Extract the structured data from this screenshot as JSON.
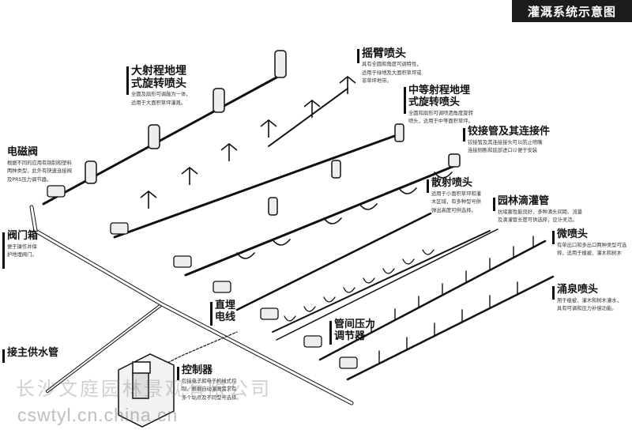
{
  "title": "灌溉系统示意图",
  "callouts": {
    "rotor_large": {
      "title_l1": "大射程地埋",
      "title_l2": "式旋转喷头",
      "desc_l1": "全圆及扇形可调融为一体，",
      "desc_l2": "适用于大面积草坪灌溉。"
    },
    "swing_arm": {
      "title": "摇臂喷头",
      "desc_l1": "具有全圆和角度可调特性，",
      "desc_l2": "适用于绿地及大面积草坪或",
      "desc_l3": "非草坪地带。"
    },
    "rotor_mid": {
      "title_l1": "中等射程地埋",
      "title_l2": "式旋转喷头",
      "desc_l1": "全圆和扇形可调喷洒角度旋转",
      "desc_l2": "喷头，适用于中等面积草坪。"
    },
    "swing_pipe": {
      "title": "铰接管及其连接件",
      "desc_l1": "铰接管及其连接接头可以防止喷嘴",
      "desc_l2": "连接侧断和底部进口以便于安装"
    },
    "solenoid": {
      "title": "电磁阀",
      "desc_l1": "根据不同的应用有铜制和塑料",
      "desc_l2": "两种类型，此外有快速连接阀",
      "desc_l3": "及PRS压力调节器。"
    },
    "spray": {
      "title": "散射喷头",
      "desc_l1": "适用于小面积草坪和灌",
      "desc_l2": "木区域，有多种型号供",
      "desc_l3": "弹出高度可供选择。"
    },
    "drip": {
      "title": "园林滴灌管",
      "desc_l1": "抗堵塞性能良好，多种滴头间距、流量",
      "desc_l2": "及滴灌管长度可供选择，设计灵活。"
    },
    "valve_box": {
      "title": "阀门箱",
      "desc_l1": "便于操作并保",
      "desc_l2": "护地埋阀门。"
    },
    "micro": {
      "title": "微喷头",
      "desc_l1": "有单出口和多出口两种类型可选",
      "desc_l2": "择，适用于植被、灌木和树木"
    },
    "bubbler": {
      "title": "涌泉喷头",
      "desc_l1": "用于植被、灌木和树木灌水，",
      "desc_l2": "具有可调和压力补偿功能。"
    },
    "wire": {
      "title_l1": "直埋",
      "title_l2": "电线"
    },
    "pressure": {
      "title_l1": "管间压力",
      "title_l2": "调节器"
    },
    "main_pipe": {
      "title": "接主供水管"
    },
    "controller": {
      "title": "控制器",
      "desc_l1": "包括电子和电子机械式控",
      "desc_l2": "制，根据自动灌溉需求有",
      "desc_l3": "多个站点及不同型号选择。"
    }
  },
  "watermark": {
    "line1": "长沙文庭园林景观有限公司",
    "line2": "cswtyl.cn.china.cn"
  },
  "colors": {
    "ink": "#111111",
    "pipe_fill": "#f7f7f7",
    "equip_fill": "#eeeeee",
    "title_bg": "#1c1c1c"
  }
}
